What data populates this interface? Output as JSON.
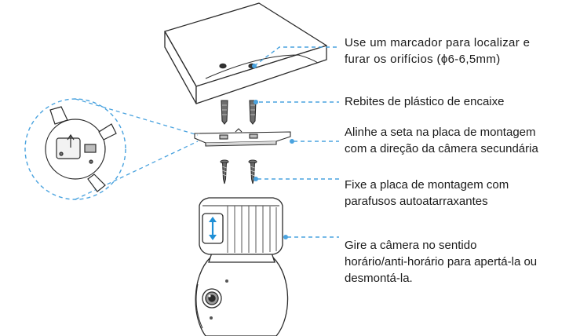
{
  "steps": [
    {
      "lines": [
        "Use um marcador para localizar e",
        "furar os orifícios (ϕ6-6,5mm)"
      ]
    },
    {
      "lines": [
        "Rebites de plástico de encaixe"
      ]
    },
    {
      "lines": [
        "Alinhe a seta na placa de montagem",
        "com a direção da câmera secundária"
      ]
    },
    {
      "lines": [
        "Fixe a placa de montagem com",
        "parafusos autoatarraxantes"
      ]
    },
    {
      "lines": [
        "Gire a câmera no sentido",
        "horário/anti-horário para apertá-la ou",
        "desmontá-la."
      ]
    }
  ],
  "colors": {
    "leader": "#4aa3df",
    "outline": "#2b2b2b",
    "text": "#1a1a1a",
    "rotate_arrow": "#1e8fd6"
  }
}
